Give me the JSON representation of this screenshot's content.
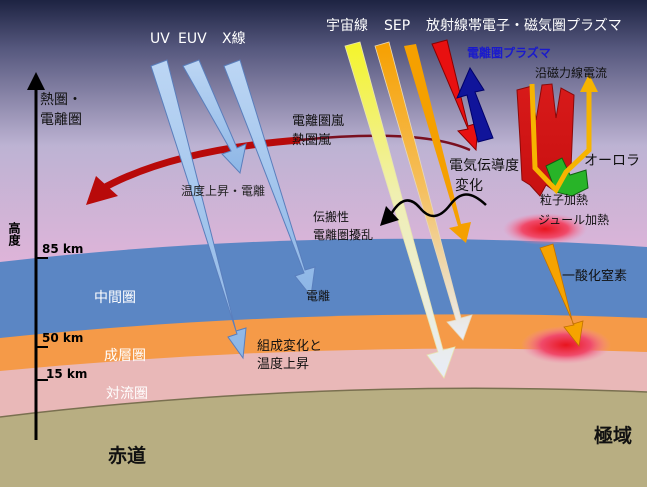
{
  "radiation": {
    "uv": "UV",
    "euv": "EUV",
    "xray": "X線",
    "cosmic": "宇宙線",
    "sep": "SEP",
    "belt": "放射線帯電子・磁気圏プラズマ",
    "ionoPlasma": "電離圏プラズマ",
    "fac": "沿磁力線電流"
  },
  "layers": {
    "thermo1": "熱圏・",
    "thermo2": "電離圏",
    "meso": "中間圏",
    "strato": "成層圏",
    "tropo": "対流圏"
  },
  "altitude": {
    "axis": "高度",
    "km85": "85 km",
    "km50": "50 km",
    "km15": "15 km"
  },
  "annotations": {
    "storm1": "電離圏嵐",
    "storm2": "熱圏嵐",
    "tempIon": "温度上昇・電離",
    "propag1": "伝搬性",
    "propag2": "電離圏擾乱",
    "cond1": "電気伝導度",
    "cond2": "変化",
    "aurora": "オーロラ",
    "heat1": "粒子加熱",
    "heat2": "ジュール加熱",
    "ionize": "電離",
    "comp1": "組成変化と",
    "comp2": "温度上昇",
    "no": "一酸化窒素"
  },
  "ground": {
    "equator": "赤道",
    "pole": "極域"
  },
  "colors": {
    "ionoPlasma": "#1a1acc",
    "uvArrow": "#a9c9f0",
    "sepArrow": "#f5a000",
    "cosmicArrow": "#f5f030",
    "beltArrow": "#e81010",
    "stormArrow": "#b80a0a",
    "meso": "#5b86c4",
    "strato": "#f59a48",
    "tropo": "#e9b8b8",
    "ground": "#b8ae82"
  }
}
